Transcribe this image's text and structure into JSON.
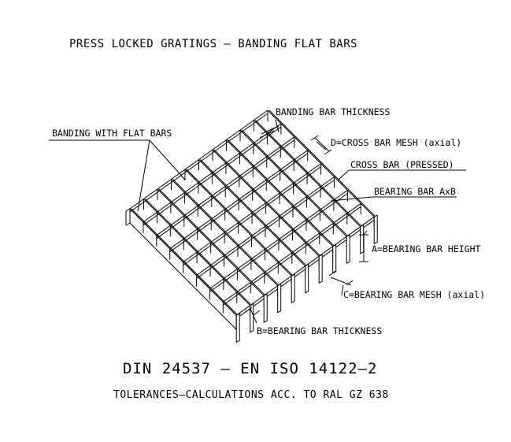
{
  "title": "PRESS LOCKED GRATINGS – BANDING FLAT BARS",
  "labels": {
    "banding_bar_thickness": "BANDING BAR THICKNESS",
    "banding_with_flat_bars": "BANDING WITH FLAT BARS",
    "cross_bar_mesh": "D=CROSS BAR MESH (axial)",
    "cross_bar_pressed": "CROSS BAR (PRESSED)",
    "bearing_bar_axb": "BEARING BAR AxB",
    "bearing_bar_height": "A=BEARING BAR HEIGHT",
    "bearing_bar_mesh": "C=BEARING BAR MESH (axial)",
    "bearing_bar_thickness": "B=BEARING BAR THICKNESS"
  },
  "standard": "DIN 24537 – EN ISO 14122–2",
  "tolerances": "TOLERANCES–CALCULATIONS ACC. TO RAL GZ 638"
}
